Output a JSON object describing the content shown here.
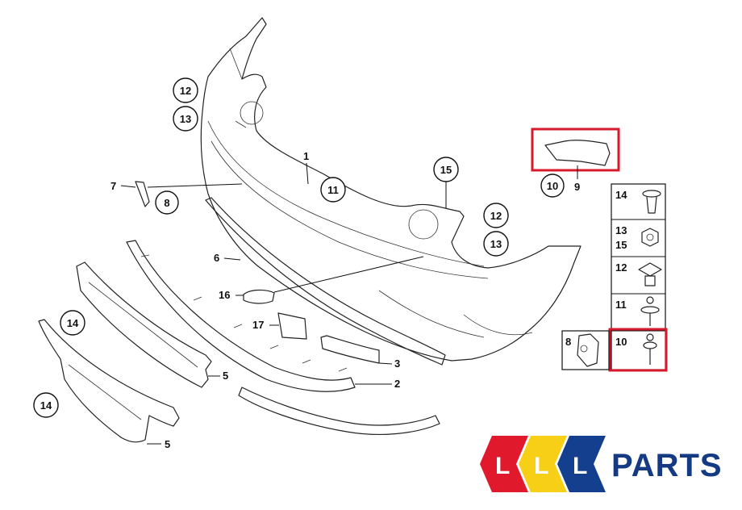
{
  "labels": {
    "c12a": "12",
    "c13a": "13",
    "c11": "11",
    "c15": "15",
    "c12b": "12",
    "c13b": "13",
    "c8": "8",
    "c14a": "14",
    "c14b": "14",
    "c10": "10",
    "t1": "1",
    "t2": "2",
    "t3": "3",
    "t5a": "5",
    "t5b": "5",
    "t6": "6",
    "t7": "7",
    "t9": "9",
    "t16": "16",
    "t17": "17"
  },
  "fastener_table": [
    {
      "numbers": [
        "14"
      ],
      "icon": "push-rivet-icon"
    },
    {
      "numbers": [
        "13",
        "15"
      ],
      "icon": "hex-nut-icon"
    },
    {
      "numbers": [
        "12"
      ],
      "icon": "clip-nut-icon"
    },
    {
      "numbers": [
        "11"
      ],
      "icon": "washer-screw-icon"
    },
    {
      "numbers": [
        "10"
      ],
      "icon": "expanding-rivet-icon"
    }
  ],
  "side_item": {
    "number": "8",
    "icon": "bracket-icon"
  },
  "highlight_color": "#d7192c",
  "logo": {
    "letters": [
      "L",
      "L",
      "L"
    ],
    "colors": [
      "#e1192d",
      "#f6cf16",
      "#133f8e"
    ],
    "text": "PARTS"
  }
}
